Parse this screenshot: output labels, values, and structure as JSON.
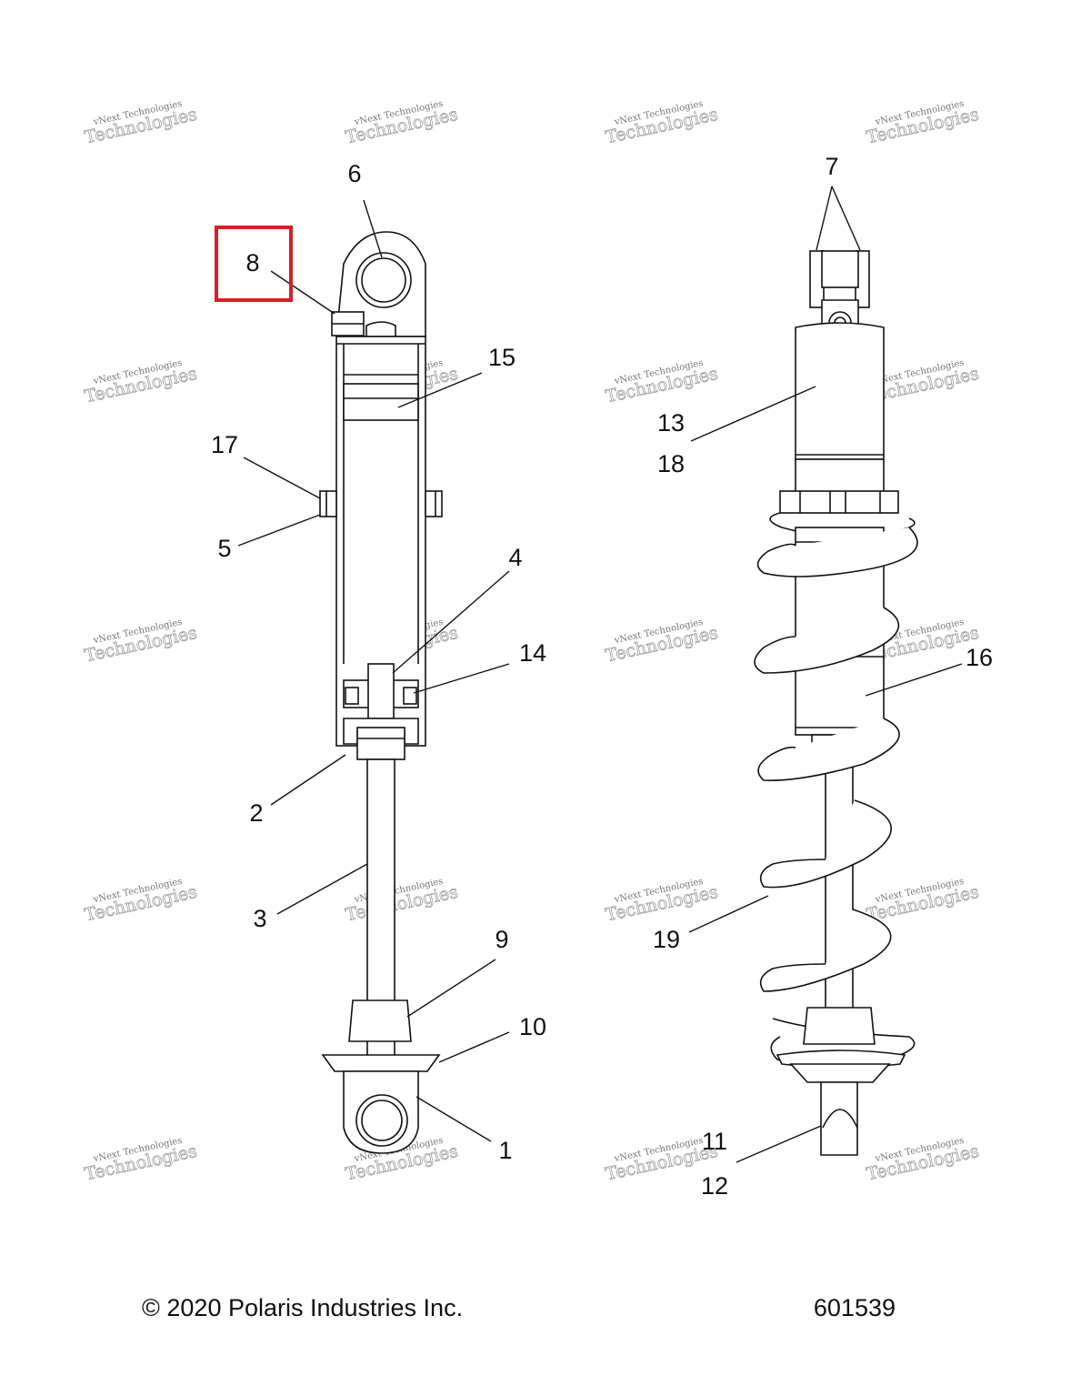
{
  "callouts": [
    {
      "id": "1",
      "label": "1"
    },
    {
      "id": "2",
      "label": "2"
    },
    {
      "id": "3",
      "label": "3"
    },
    {
      "id": "4",
      "label": "4"
    },
    {
      "id": "5",
      "label": "5"
    },
    {
      "id": "6",
      "label": "6"
    },
    {
      "id": "7",
      "label": "7"
    },
    {
      "id": "8",
      "label": "8"
    },
    {
      "id": "9",
      "label": "9"
    },
    {
      "id": "10",
      "label": "10"
    },
    {
      "id": "11",
      "label": "11"
    },
    {
      "id": "12",
      "label": "12"
    },
    {
      "id": "13",
      "label": "13"
    },
    {
      "id": "14",
      "label": "14"
    },
    {
      "id": "15",
      "label": "15"
    },
    {
      "id": "16",
      "label": "16"
    },
    {
      "id": "17",
      "label": "17"
    },
    {
      "id": "18",
      "label": "18"
    },
    {
      "id": "19",
      "label": "19"
    }
  ],
  "highlighted_callout": "8",
  "watermark": {
    "line1": "vNext Technologies",
    "line2": "Technologies",
    "overlay": "vNext"
  },
  "footer": {
    "copyright": "© 2020 Polaris Industries Inc.",
    "figure_number": "601539"
  },
  "colors": {
    "highlight": "#d42026",
    "line": "#111111"
  }
}
